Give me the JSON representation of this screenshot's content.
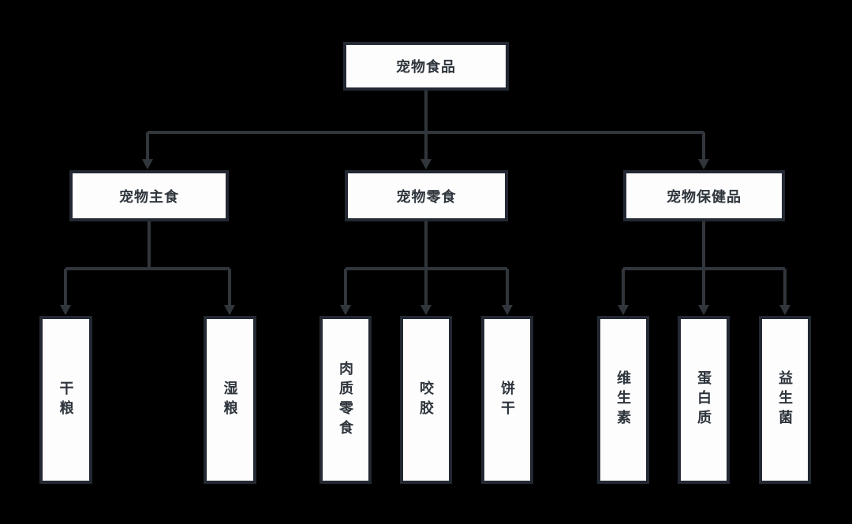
{
  "tree": {
    "root": "宠物食品",
    "branches": [
      {
        "label": "宠物主食",
        "children": [
          "干粮",
          "湿粮"
        ]
      },
      {
        "label": "宠物零食",
        "children": [
          "肉质零食",
          "咬胶",
          "饼干"
        ]
      },
      {
        "label": "宠物保健品",
        "children": [
          "维生素",
          "蛋白质",
          "益生菌"
        ]
      }
    ]
  },
  "colors": {
    "background": "#000000",
    "node_fill": "#fdfdfd",
    "node_border": "#232933",
    "connector": "#31363c",
    "text": "#2f353d"
  }
}
